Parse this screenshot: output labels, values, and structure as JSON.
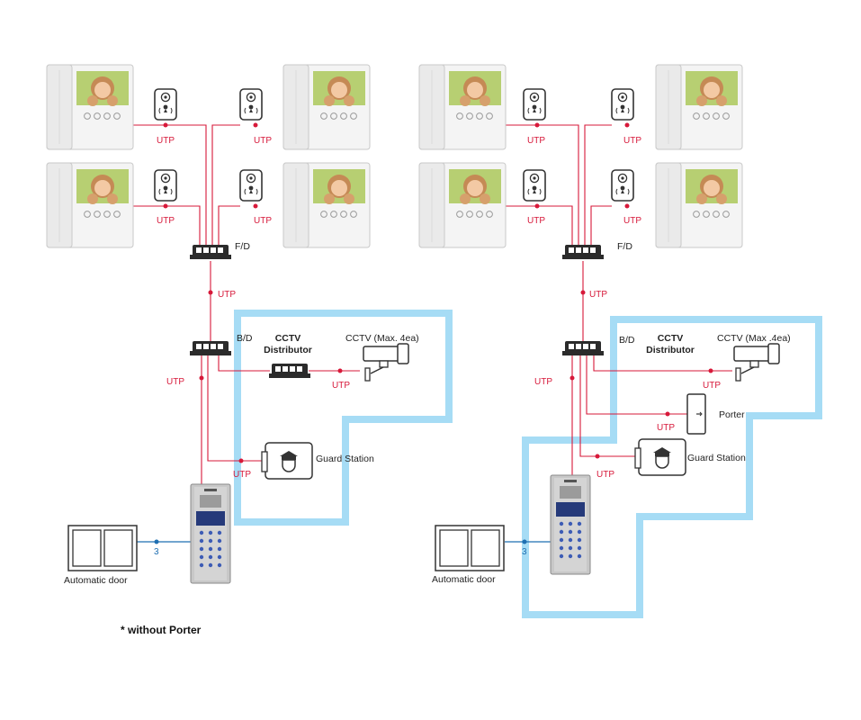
{
  "labels": {
    "utp": "UTP",
    "floor_distributor": "F/D",
    "building_distributor": "B/D",
    "cctv_distributor_line1": "CCTV",
    "cctv_distributor_line2": "Distributor",
    "cctv_left": "CCTV (Max. 4ea)",
    "cctv_right": "CCTV (Max .4ea)",
    "guard_station": "Guard Station",
    "porter": "Porter",
    "automatic_door": "Automatic door",
    "door_wire": "3",
    "footnote": "* without Porter"
  },
  "colors": {
    "utp_line": "#d7193a",
    "door_line": "#1f6fb2",
    "highlight": "#a6dcf5",
    "device_body": "#f4f4f4",
    "hub": "#2b2b2b"
  },
  "icons": {
    "monitor": "video-monitor-icon",
    "door_phone": "door-camera-icon",
    "hub": "network-hub-icon",
    "cctv": "security-camera-icon",
    "guard": "guard-station-icon",
    "lobby": "lobby-phone-icon",
    "door": "automatic-door-icon"
  }
}
